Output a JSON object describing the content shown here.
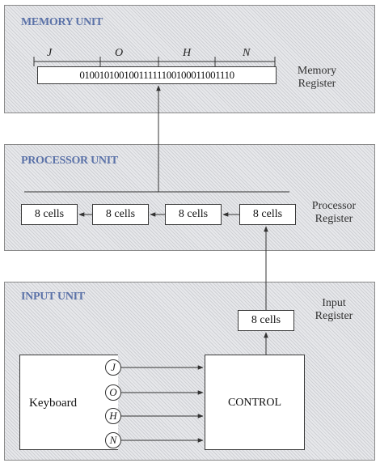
{
  "memory_unit": {
    "title": "MEMORY UNIT",
    "letters": [
      "J",
      "O",
      "H",
      "N"
    ],
    "bits": "01001010 01001111 11001000 11001110",
    "bits_display": "01001010010011111100100011001110",
    "register_label": [
      "Memory",
      "Register"
    ]
  },
  "processor_unit": {
    "title": "PROCESSOR UNIT",
    "cells": [
      "8 cells",
      "8 cells",
      "8 cells",
      "8 cells"
    ],
    "register_label": [
      "Processor",
      "Register"
    ]
  },
  "input_unit": {
    "title": "INPUT UNIT",
    "register_cell": "8 cells",
    "register_label": [
      "Input",
      "Register"
    ],
    "keyboard_label": "Keyboard",
    "control_label": "CONTROL",
    "keys": [
      "J",
      "O",
      "H",
      "N"
    ]
  }
}
